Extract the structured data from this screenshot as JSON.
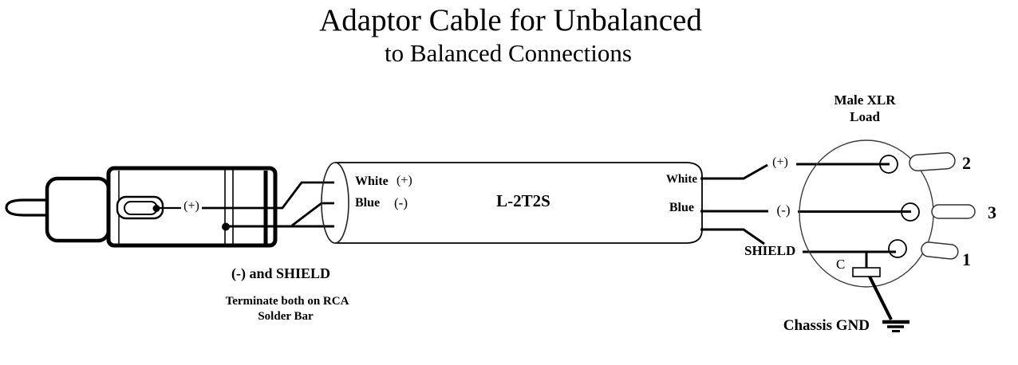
{
  "title": {
    "line1": "Adaptor Cable for Unbalanced",
    "line2": "to Balanced Connections"
  },
  "rca_connector": {
    "center_pin_label": "(+)",
    "termination_caption": "(-) and SHIELD",
    "termination_note_line1": "Terminate both on RCA",
    "termination_note_line2": "Solder Bar"
  },
  "cable": {
    "model": "L-2T2S",
    "left_end": {
      "white_wire": "White",
      "white_sign": "(+)",
      "blue_wire": "Blue",
      "blue_sign": "(-)"
    },
    "right_end": {
      "white_wire": "White",
      "blue_wire": "Blue"
    }
  },
  "xlr_connector": {
    "heading_line1": "Male XLR",
    "heading_line2": "Load",
    "wire_plus": "(+)",
    "wire_minus": "(-)",
    "wire_shield": "SHIELD",
    "capacitor_label": "C",
    "pin_top": "2",
    "pin_middle": "3",
    "pin_bottom": "1",
    "ground_label": "Chassis GND"
  },
  "colors": {
    "ink": "#000000",
    "thin_outline": "#3c3c3c",
    "background": "#ffffff"
  }
}
